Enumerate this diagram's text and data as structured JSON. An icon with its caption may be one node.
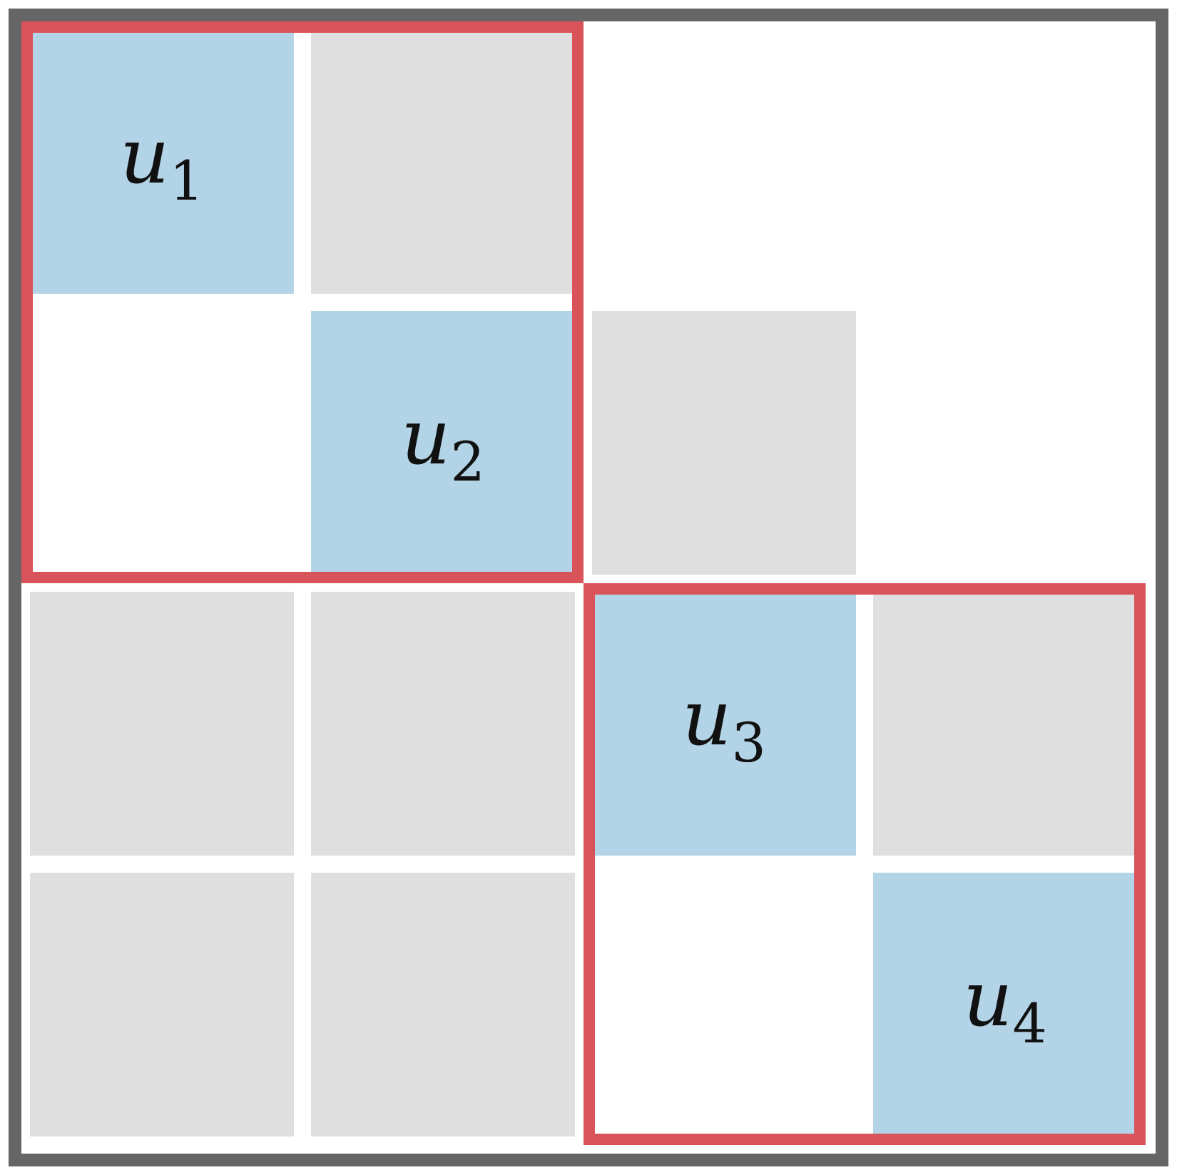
{
  "diagram": {
    "nodes": [
      {
        "text": [],
        "shape": "box"
      },
      {
        "text": [
          "*u*$_{1}$"
        ],
        "in": 0
      },
      {
        "text": [],
        "shape": "box",
        "in": 0
      },
      {
        "text": [
          "*u*$_{2}$"
        ],
        "in": 0
      },
      {
        "text": [],
        "shape": "box"
      },
      {
        "text": [],
        "shape": "box"
      },
      {
        "text": [],
        "shape": "box"
      },
      {
        "text": [],
        "shape": "box"
      },
      {
        "text": [
          "*u*$_{3}$"
        ],
        "in": 7
      },
      {
        "text": [],
        "shape": "box",
        "in": 7
      },
      {
        "text": [],
        "shape": "box"
      },
      {
        "text": [],
        "shape": "box"
      },
      {
        "text": [
          "*u*$_{4}$"
        ],
        "in": 7
      }
    ]
  }
}
